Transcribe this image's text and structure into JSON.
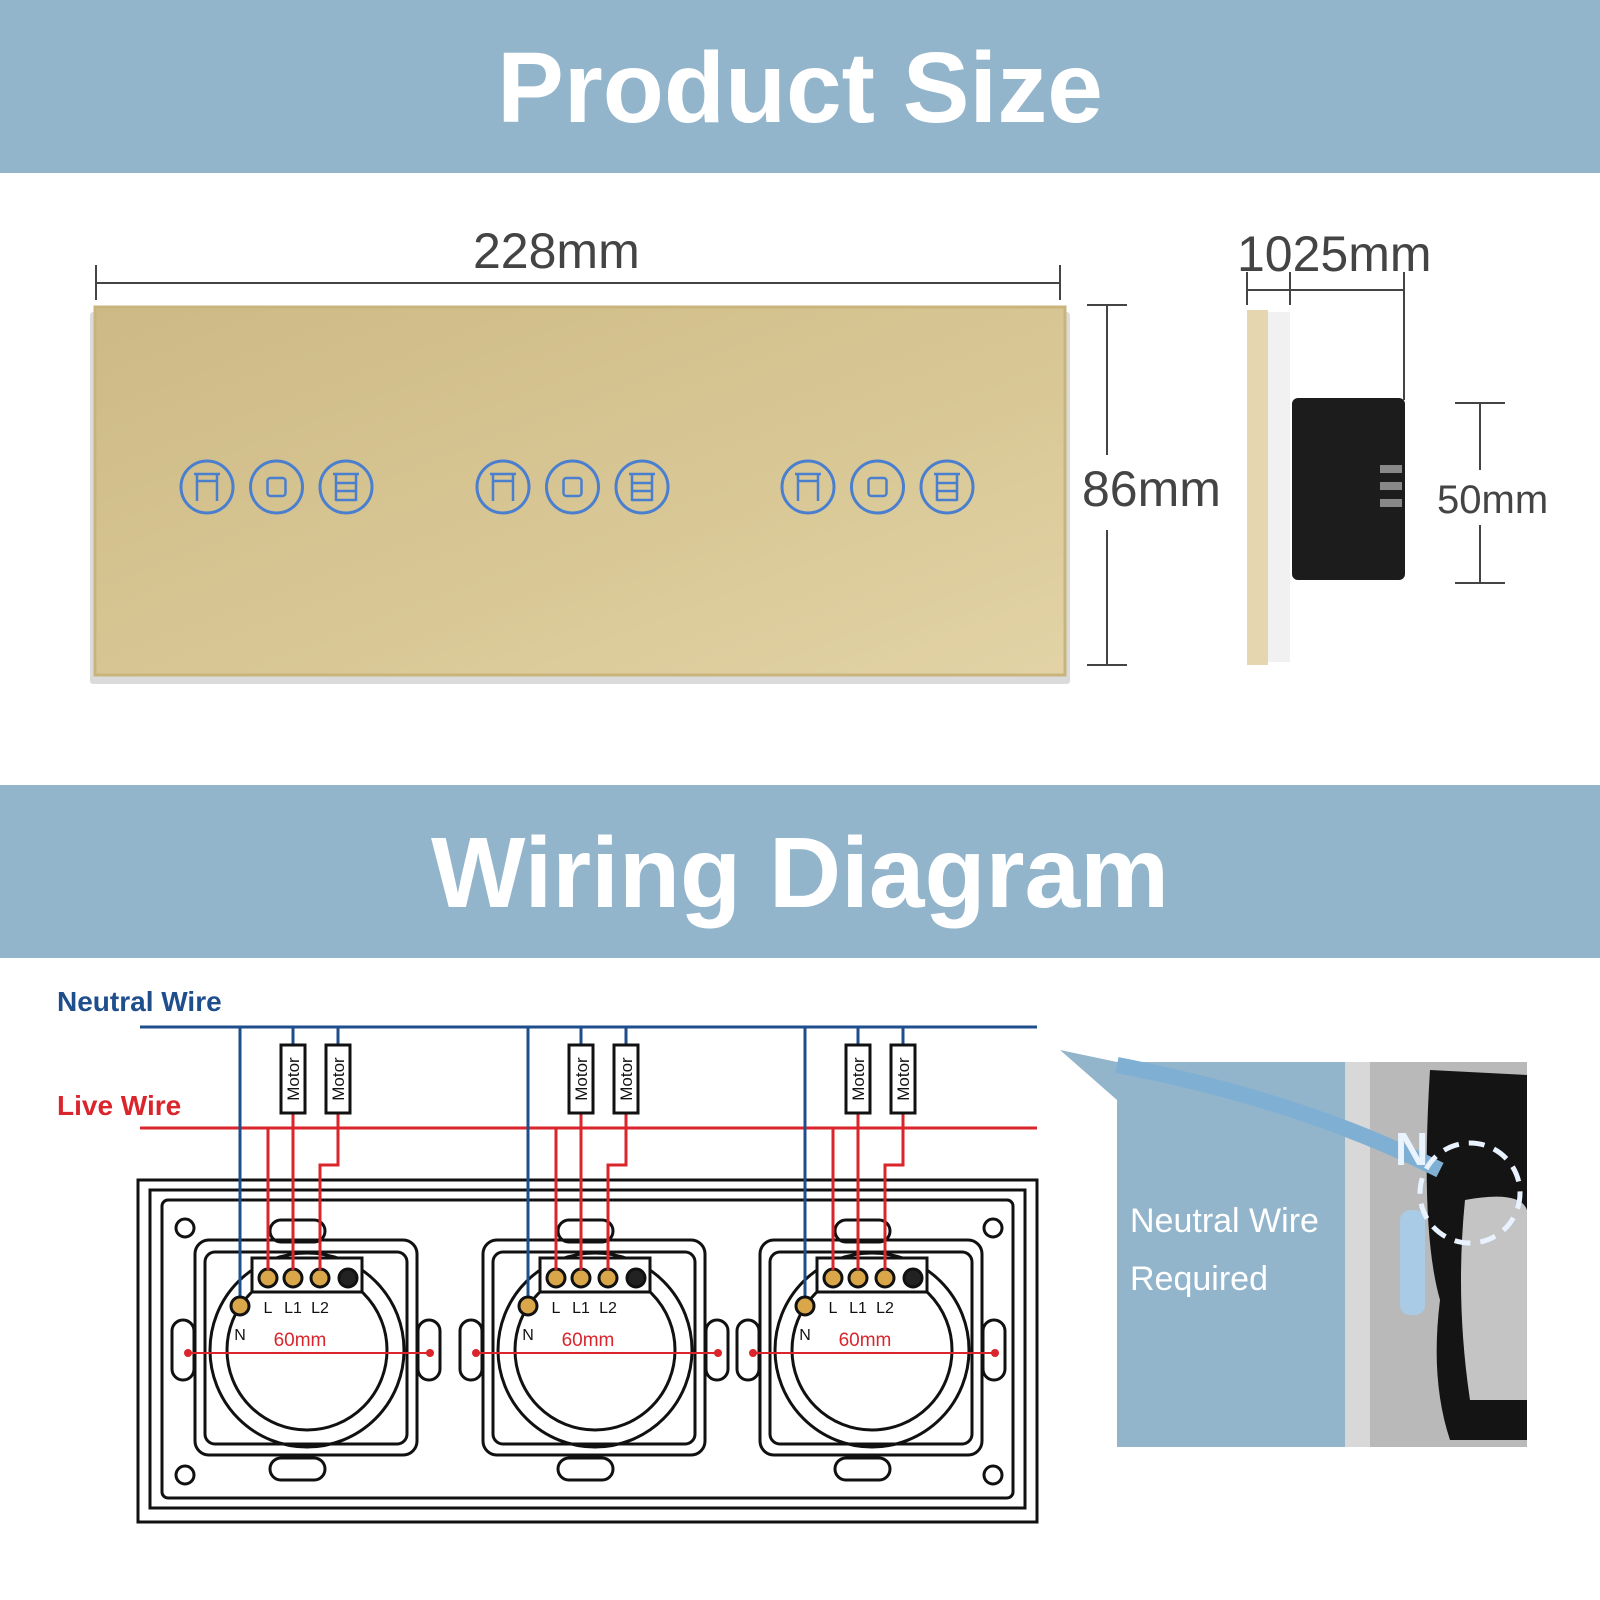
{
  "product_size": {
    "title": "Product Size",
    "width_label": "228mm",
    "height_label": "86mm",
    "depth_label": "1025mm",
    "box_height_label": "50mm",
    "panel_color": "#d6c48f",
    "touch_button_color": "#4a7fd0",
    "button_groups": [
      {
        "buttons": [
          "curtain-open-icon",
          "pause-icon",
          "curtain-close-icon"
        ]
      },
      {
        "buttons": [
          "curtain-open-icon",
          "pause-icon",
          "curtain-close-icon"
        ]
      },
      {
        "buttons": [
          "curtain-open-icon",
          "pause-icon",
          "curtain-close-icon"
        ]
      }
    ]
  },
  "wiring": {
    "title": "Wiring Diagram",
    "neutral_label": "Neutral Wire",
    "live_label": "Live Wire",
    "neutral_color": "#1f4e8c",
    "live_color": "#d9252b",
    "modules": [
      {
        "motors": [
          "Motor",
          "Motor"
        ],
        "terminals": [
          "N",
          "L",
          "L1",
          "L2"
        ],
        "spacing_label": "60mm"
      },
      {
        "motors": [
          "Motor",
          "Motor"
        ],
        "terminals": [
          "N",
          "L",
          "L1",
          "L2"
        ],
        "spacing_label": "60mm"
      },
      {
        "motors": [
          "Motor",
          "Motor"
        ],
        "terminals": [
          "N",
          "L",
          "L1",
          "L2"
        ],
        "spacing_label": "60mm"
      }
    ],
    "photo": {
      "caption_line1": "Neutral Wire",
      "caption_line2": "Required",
      "marker": "N"
    }
  }
}
